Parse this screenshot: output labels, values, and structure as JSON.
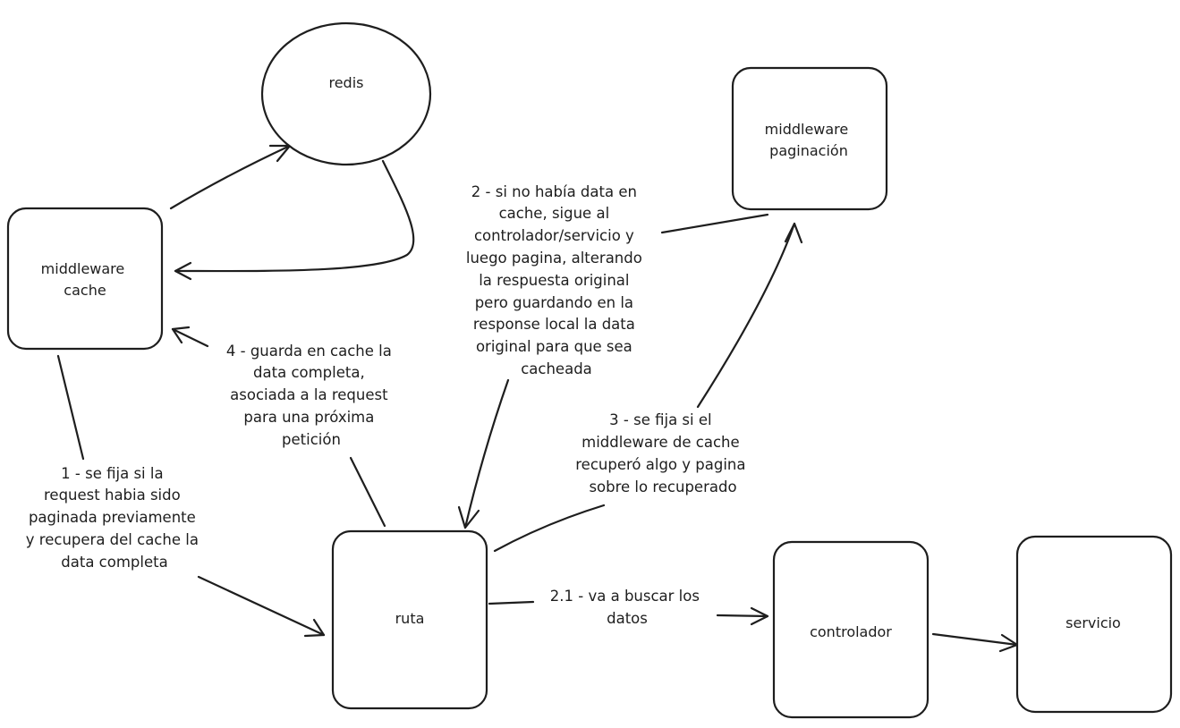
{
  "nodes": {
    "redis": {
      "label": [
        "redis"
      ]
    },
    "middleware_cache": {
      "label": [
        "middleware",
        "cache"
      ]
    },
    "middleware_paginacion": {
      "label": [
        "middleware",
        "paginación"
      ]
    },
    "ruta": {
      "label": [
        "ruta"
      ]
    },
    "controlador": {
      "label": [
        "controlador"
      ]
    },
    "servicio": {
      "label": [
        "servicio"
      ]
    }
  },
  "annotations": {
    "step_1": [
      "1 - se fija si la",
      "request habia sido",
      "paginada previamente",
      "y recupera del cache la",
      "data completa"
    ],
    "step_2": [
      "2 - si no había data en",
      "cache, sigue al",
      "controlador/servicio y",
      "luego pagina, alterando",
      "la respuesta original",
      "pero guardando en la",
      "response local la data",
      "original para que sea",
      "cacheada"
    ],
    "step_2_1": [
      "2.1 - va a buscar los",
      "datos"
    ],
    "step_3": [
      "3 - se fija si el",
      "middleware de cache",
      "recuperó algo y pagina",
      "sobre lo recuperado"
    ],
    "step_4": [
      "4 - guarda en cache la",
      "data completa,",
      "asociada a la request",
      "para una próxima",
      "petición"
    ]
  },
  "colors": {
    "stroke": "#1e1e1e",
    "background": "#ffffff"
  }
}
